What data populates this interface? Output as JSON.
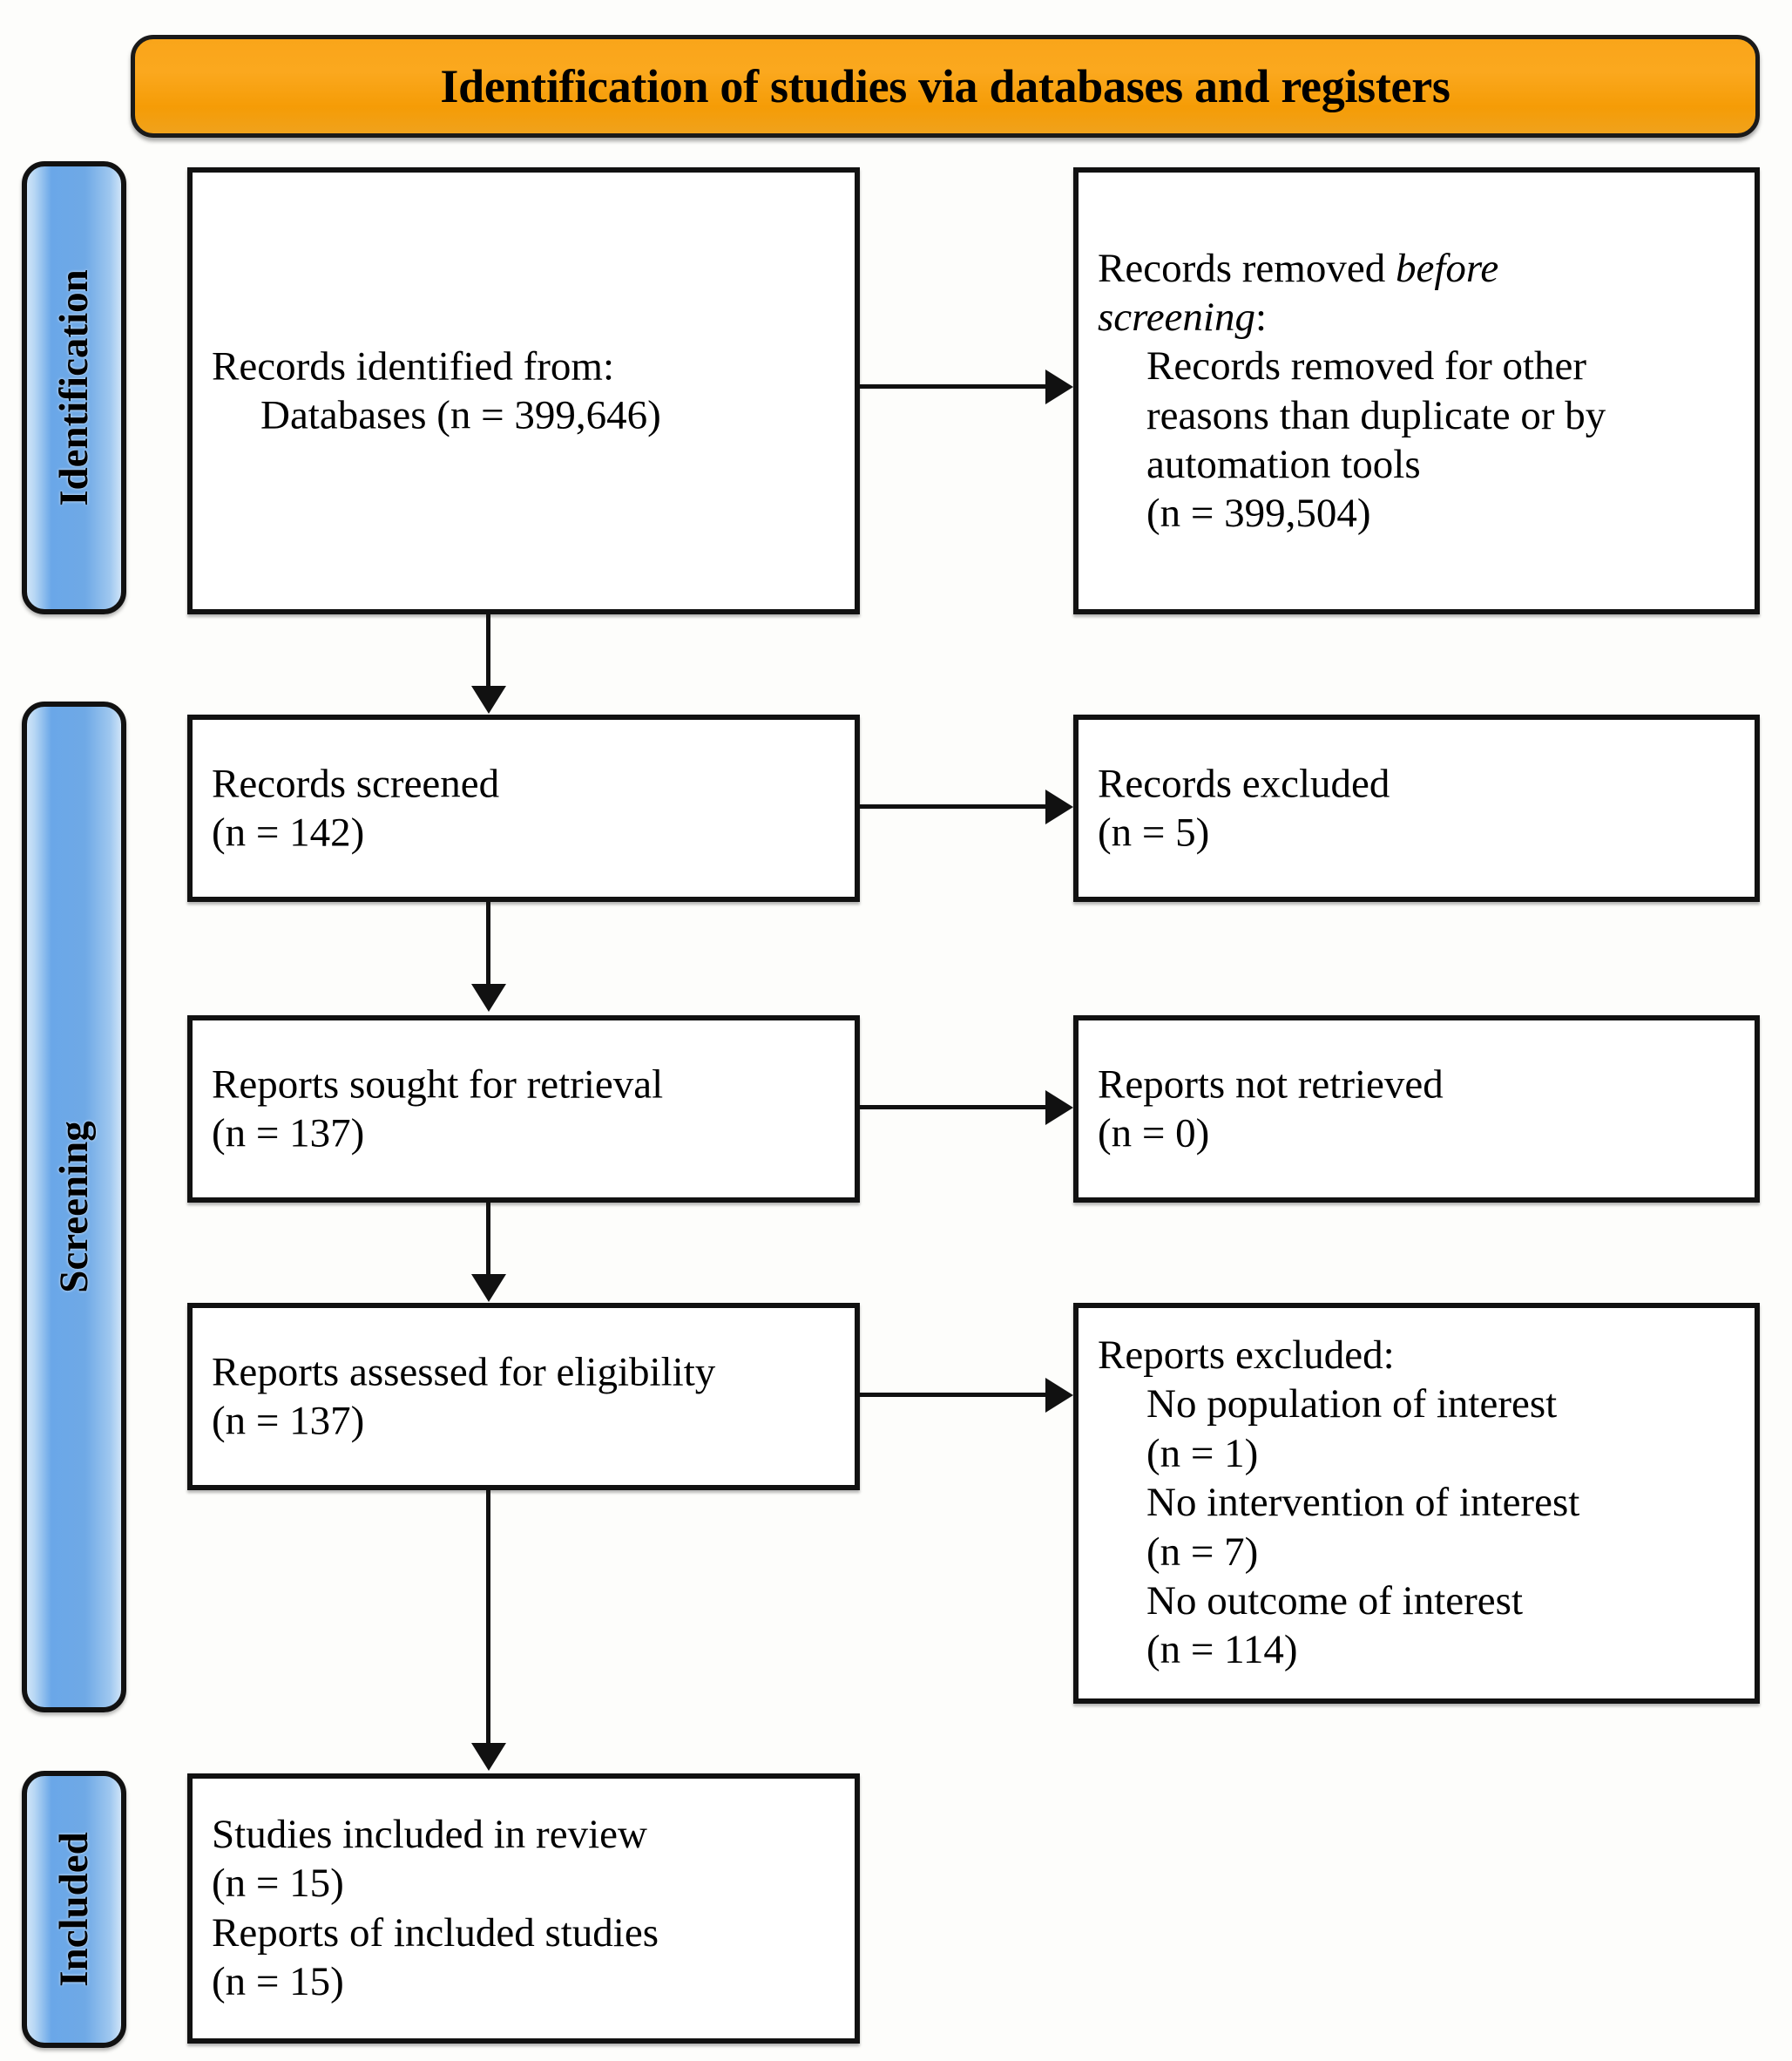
{
  "banner": {
    "title": "Identification of studies via databases and registers"
  },
  "stages": [
    {
      "label": "Identification"
    },
    {
      "label": "Screening"
    },
    {
      "label": "Included"
    }
  ],
  "boxes": {
    "identified": {
      "line1": "Records identified from:",
      "line2": "Databases (n = 399,646)"
    },
    "removed_before_screening": {
      "line1a": "Records removed ",
      "line1b": "before",
      "line2a": "screening",
      "line2b": ":",
      "line3": "Records removed for other",
      "line4": "reasons than duplicate or by",
      "line5": "automation tools",
      "line6": "(n = 399,504)"
    },
    "records_screened": {
      "line1": "Records screened",
      "line2": "(n = 142)"
    },
    "records_excluded": {
      "line1": "Records excluded",
      "line2": "(n = 5)"
    },
    "reports_sought": {
      "line1": "Reports sought for retrieval",
      "line2": "(n = 137)"
    },
    "reports_not_retrieved": {
      "line1": "Reports not retrieved",
      "line2": "(n = 0)"
    },
    "reports_assessed": {
      "line1": "Reports assessed for eligibility",
      "line2": "(n = 137)"
    },
    "reports_excluded": {
      "line1": "Reports excluded:",
      "line2": "No population of interest",
      "line3": "(n = 1)",
      "line4": "No intervention of interest",
      "line5": "(n = 7)",
      "line6": "No outcome of interest",
      "line7": "(n = 114)"
    },
    "studies_included": {
      "line1": "Studies included in review",
      "line2": "(n = 15)",
      "line3": "Reports of included studies",
      "line4": "(n = 15)"
    }
  },
  "colors": {
    "banner_fill": "#f9a51a",
    "stage_fill": "#6aa7e8",
    "box_border": "#111111",
    "box_fill": "#ffffff",
    "text": "#000000"
  }
}
